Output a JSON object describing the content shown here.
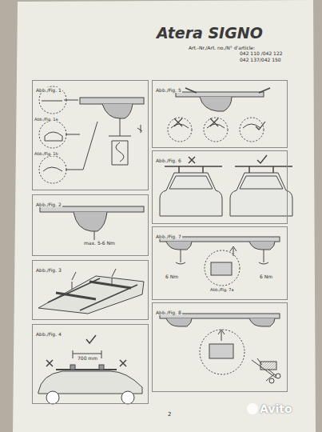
{
  "diagram": {
    "title": "Atera SIGNO",
    "nodes": [
      {
        "text": [
          "Abb./Fig. 1"
        ]
      },
      {
        "text": [
          "Abb./Fig. 2"
        ]
      },
      {
        "text": [
          "Abb./Fig. 3"
        ]
      },
      {
        "text": [
          "Abb./Fig. 4"
        ]
      },
      {
        "text": [
          "Abb./Fig. 5"
        ]
      },
      {
        "text": [
          "Abb./Fig. 6"
        ]
      },
      {
        "text": [
          "Abb./Fig. 7"
        ]
      },
      {
        "text": [
          "Abb./Fig. 8"
        ]
      }
    ],
    "edges": [],
    "labels": [
      "Art.-Nr./Art. no./N° d'article:",
      "042 110 /042 122",
      "042 137/042 150",
      "Abb./Fig. 1a",
      "Abb./Fig. 1b",
      "max. 5-6 Nm",
      "700 mm",
      "6 Nm",
      "6 Nm",
      "Abb./Fig. 7a",
      "2",
      "Avito"
    ]
  }
}
